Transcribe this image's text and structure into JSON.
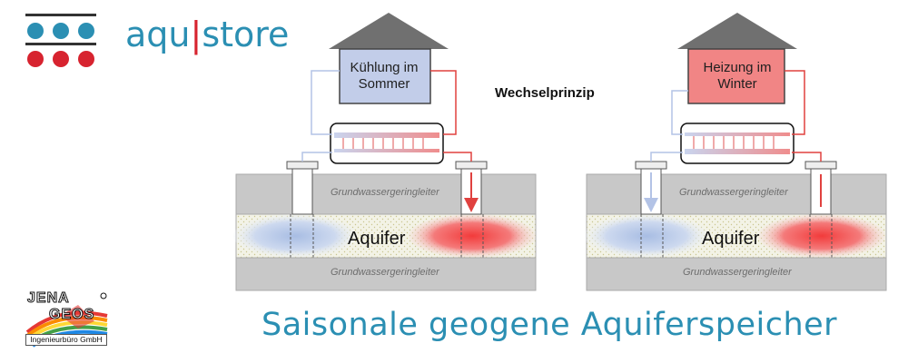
{
  "brand": {
    "text_before": "aqu",
    "text_bar": "|",
    "text_after": "store",
    "color_blue": "#2b8fb3",
    "color_red": "#d7232f"
  },
  "diagram": {
    "left_box": "Kühlung im Sommer",
    "right_box": "Heizung im Winter",
    "center_label": "Wechselprinzip",
    "layer_label": "Grundwassergeringleiter",
    "aquifer_label": "Aquifer",
    "warm_color": "#f08080",
    "cold_color": "#b9c9e8"
  },
  "partner_logo": {
    "line1": "JENA",
    "line2": "GEOS",
    "subtitle": "Ingenieurbüro GmbH"
  },
  "title": "Saisonale geogene Aquiferspeicher"
}
